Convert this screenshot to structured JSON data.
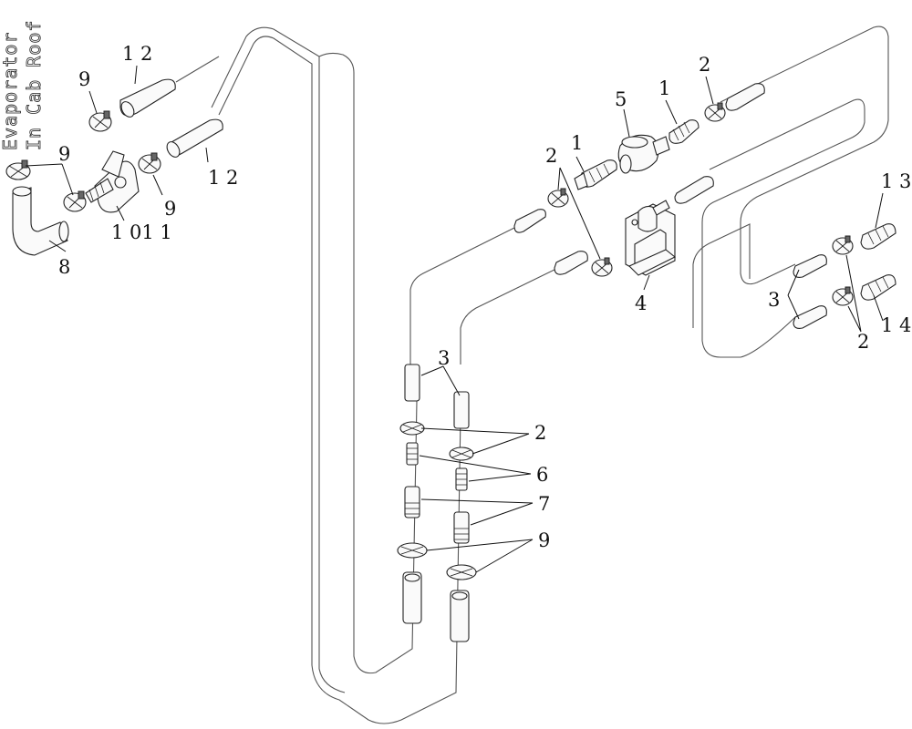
{
  "side_note": {
    "line1": "Evaporator",
    "line2": "In Cab Roof"
  },
  "callouts": {
    "c12_top": "1 2",
    "c12_mid": "1 2",
    "c9_top_left": "9",
    "c9_left": "9",
    "c9_mid": "9",
    "c10_11": "1 01 1",
    "c8": "8",
    "c5": "5",
    "c1_top": "1",
    "c1_mid": "1",
    "c2_top": "2",
    "c2_mid": "2",
    "c4": "4",
    "c13": "1 3",
    "c14": "1 4",
    "c3_right": "3",
    "c2_right": "2",
    "c3_center": "3",
    "c2_low": "2",
    "c6": "6",
    "c7": "7",
    "c9_low": "9"
  }
}
